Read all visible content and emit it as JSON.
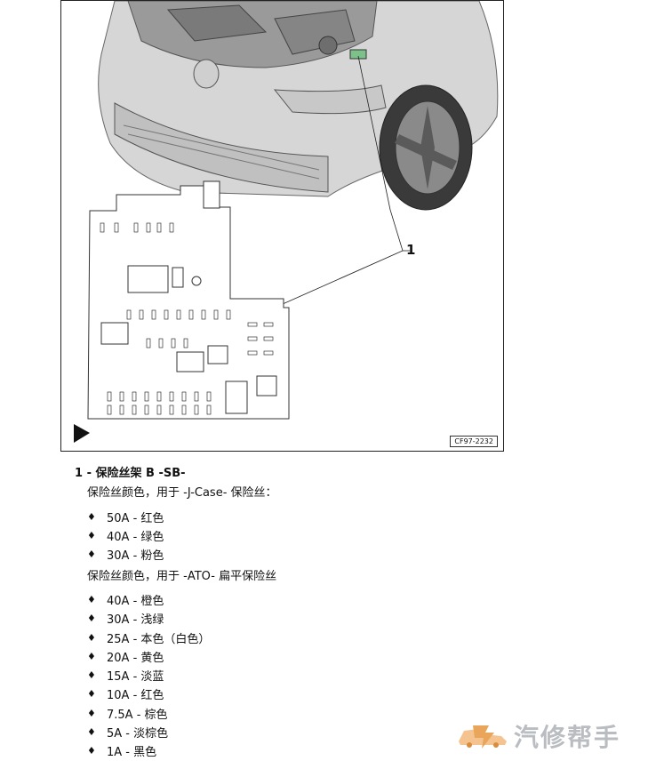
{
  "figure": {
    "code": "CF97-2232",
    "callout": "1"
  },
  "section": {
    "heading": "1 - 保险丝架 B -SB-",
    "intro_jcase": "保险丝颜色，用于 -J-Case- 保险丝：",
    "jcase_items": [
      "50A - 红色",
      "40A - 绿色",
      "30A - 粉色"
    ],
    "intro_ato": "保险丝颜色，用于 -ATO- 扁平保险丝",
    "ato_items": [
      "40A - 橙色",
      "30A - 浅绿",
      "25A - 本色（白色）",
      "20A - 黄色",
      "15A - 淡蓝",
      "10A - 红色",
      "7.5A - 棕色",
      "5A - 淡棕色",
      "1A - 黑色"
    ]
  },
  "bullet_glyph": "♦",
  "watermark": {
    "text": "汽修帮手",
    "icon": "car-logo-icon"
  }
}
